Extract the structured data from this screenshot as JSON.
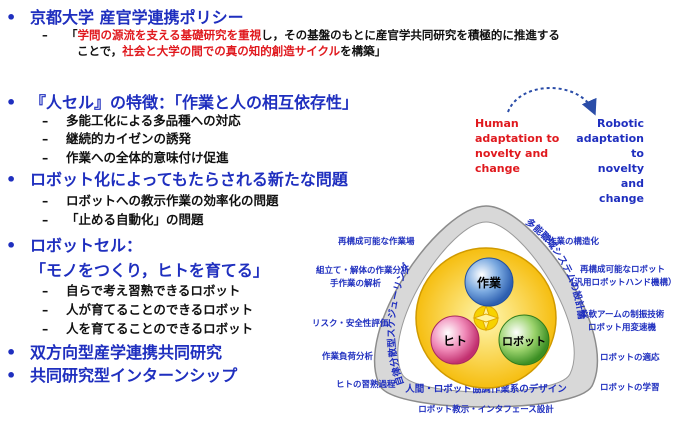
{
  "policy": {
    "title": "京都大学 産官学連携ポリシー",
    "line1_pre": "「",
    "line1_red": "学問の源流を支える基礎研究を重視",
    "line1_post": "し，その基盤のもとに産官学共同研究を積極的に推進する",
    "line2_pre": "ことで，",
    "line2_red": "社会と大学の間での真の知的創造サイクル",
    "line2_post": "を構築」"
  },
  "jinsel": {
    "title": "『人セル』の特徴：「作業と人の相互依存性」",
    "items": [
      "多能工化による多品種への対応",
      "継続的カイゼンの誘発",
      "作業への全体的意味付け促進"
    ]
  },
  "robotize": {
    "title": "ロボット化によってもたらされる新たな問題",
    "items": [
      "ロボットへの教示作業の効率化の問題",
      "「止める自動化」の問題"
    ]
  },
  "robotcell": {
    "title": "ロボットセル：",
    "subtitle": "「モノをつくり，ヒトを育てる」",
    "items": [
      "自らで考え習熟できるロボット",
      "人が育てることのできるロボット",
      "人を育てることのできるロボット"
    ]
  },
  "bullets_tail": [
    "双方向型産学連携共同研究",
    "共同研究型インターンシップ"
  ],
  "bullet_glyph": "•",
  "dash_glyph": "–",
  "adaptation": {
    "human": "Human adaptation to novelty and change",
    "human_lines": [
      "Human",
      "adaptation to",
      "novelty and",
      "change"
    ],
    "robot_lines": [
      "Robotic",
      "adaptation to",
      "novelty and",
      "change"
    ]
  },
  "diagram": {
    "center_labels": {
      "work": "作業",
      "human": "ヒト",
      "robot": "ロボット"
    },
    "arc_left": "自律分散型スケジューリング",
    "arc_right": "多能職域システムの設計論",
    "arc_bottom": "人間・ロボット協調作業系のデザイン",
    "left_labels": [
      "再構成可能な作業場",
      "組立て・解体の作業分析",
      "手作業の解析",
      "リスク・安全性評価",
      "作業負荷分析",
      "ヒトの習熟過程"
    ],
    "right_labels": [
      "作業の構造化",
      "再構成可能なロボット",
      "（汎用ロボットハンド機構）",
      "柔軟アームの制振技術",
      "ロボット用変速機",
      "ロボットの適応",
      "ロボットの学習"
    ],
    "bottom_label": "ロボット教示・インタフェース設計"
  },
  "colors": {
    "heading_blue": "#1f2fbf",
    "accent_red": "#e0191e",
    "robot_blue": "#1f2fbf"
  }
}
